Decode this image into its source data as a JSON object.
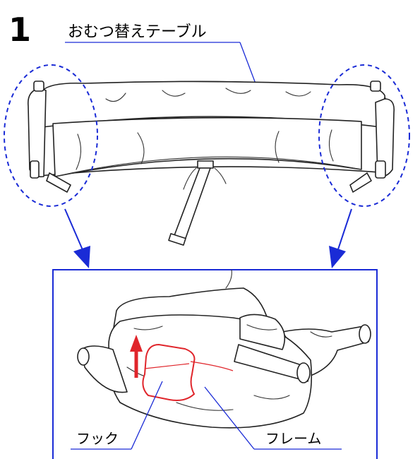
{
  "step_number": "1",
  "labels": {
    "changing_table": "おむつ替えテーブル",
    "hook": "フック",
    "frame": "フレーム"
  },
  "colors": {
    "leader": "#1a2bd6",
    "frame_box": "#1a2bd6",
    "arrow": "#1a2bd6",
    "dashed_circle": "#1a2bd6",
    "hook_highlight": "#e0252b",
    "direction_arrow": "#e0252b",
    "ink": "#222222"
  },
  "icons": {
    "direction": "arrow-up-icon",
    "zoom": "arrow-down-icon"
  }
}
